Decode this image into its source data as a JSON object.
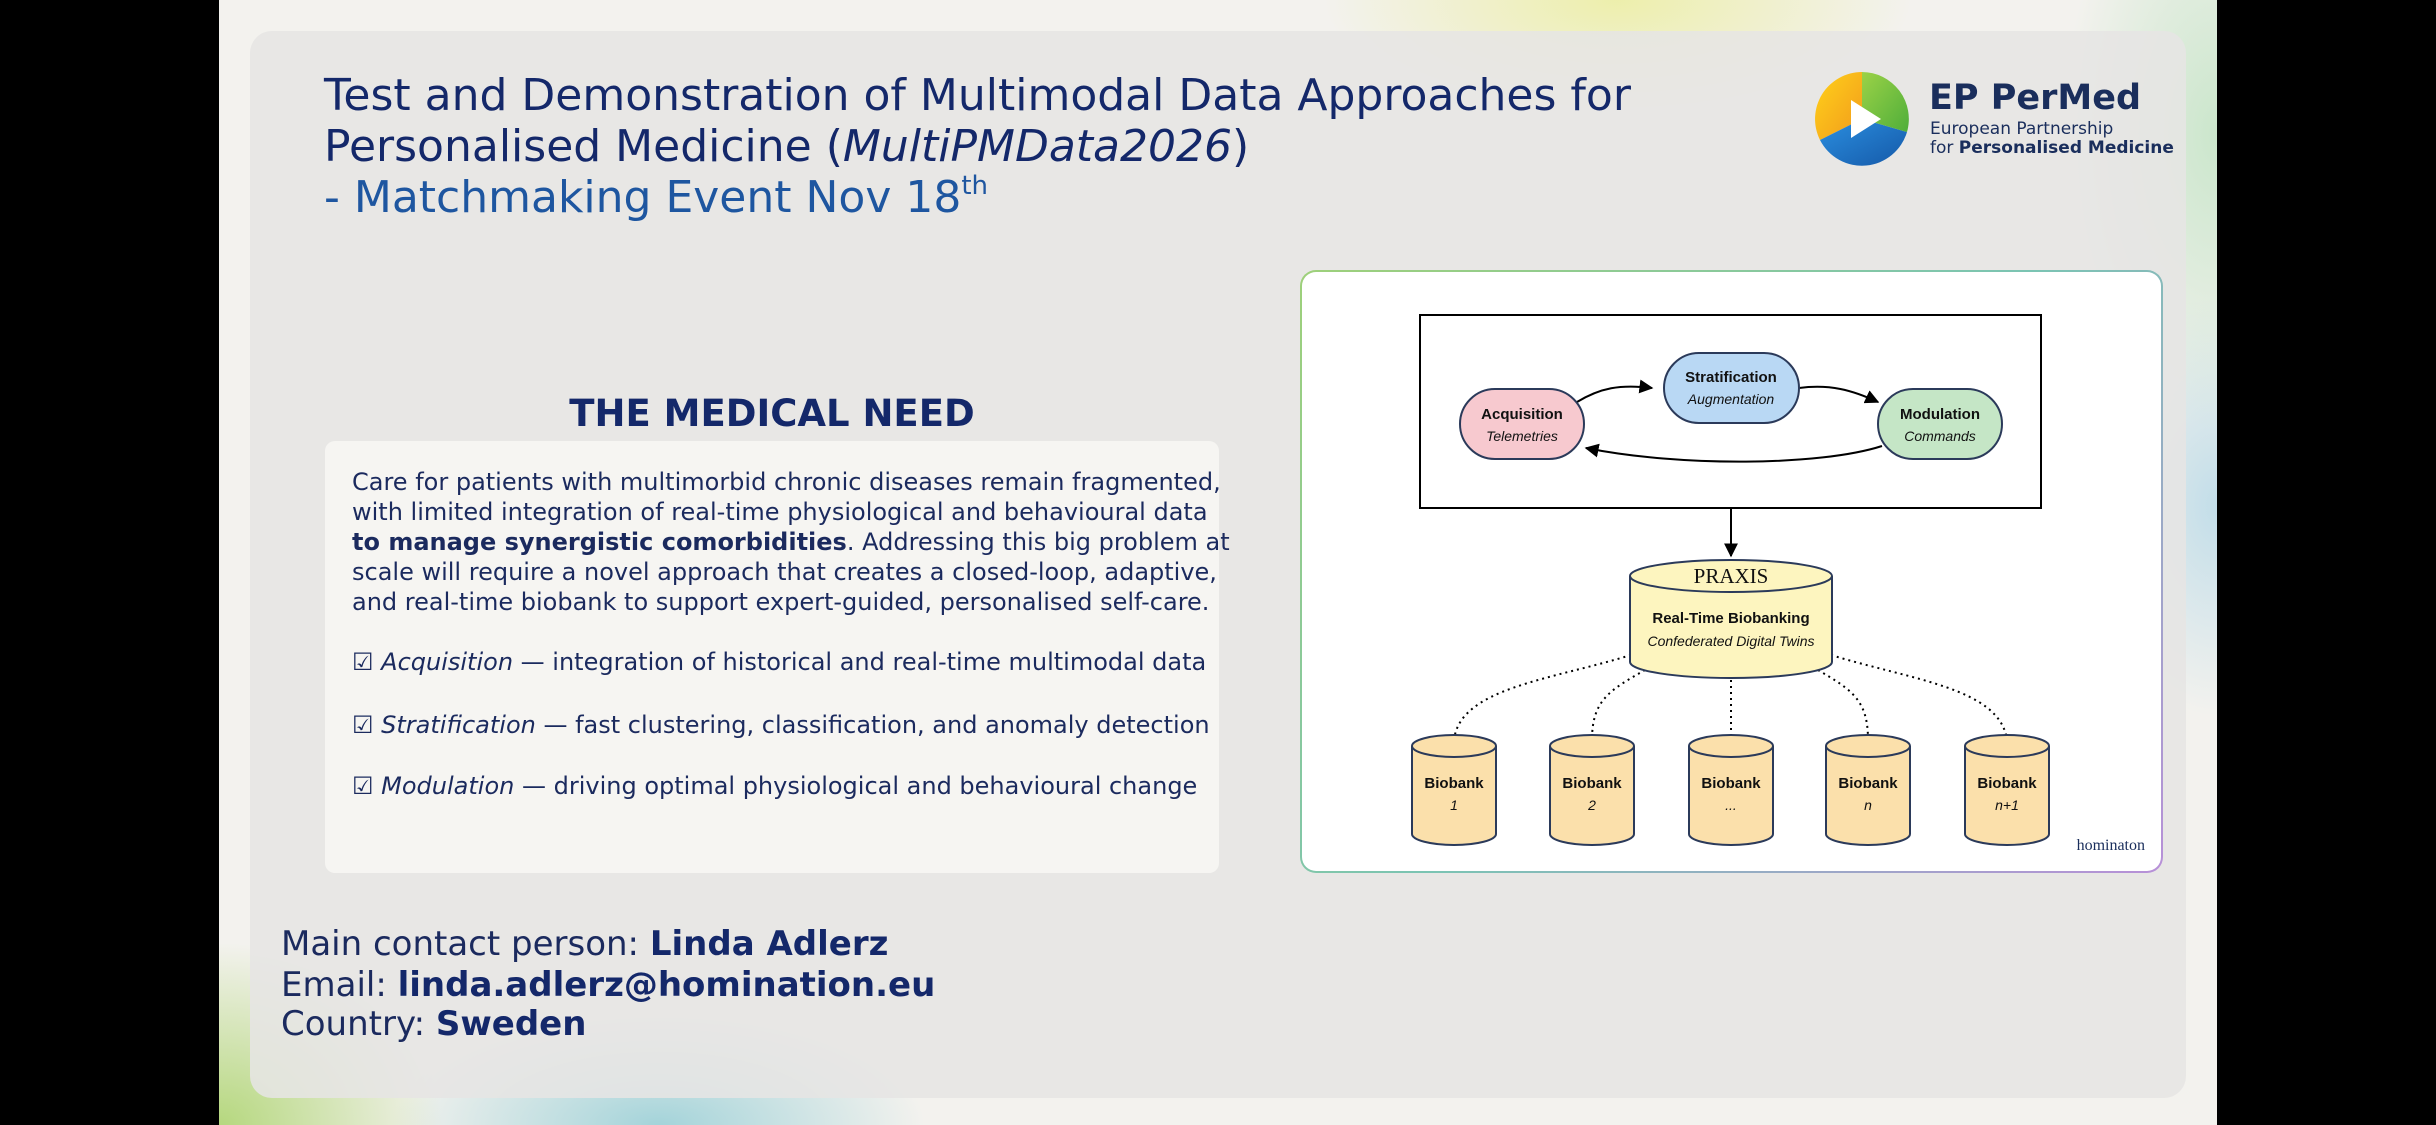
{
  "title": {
    "line1": "Test and Demonstration of Multimodal Data Approaches for",
    "line2_pre": "Personalised Medicine (",
    "line2_italic": "MultiPMData2026",
    "line2_post": ")",
    "line3": "- Matchmaking Event Nov 18",
    "line3_sup": "th"
  },
  "logo": {
    "name": "EP PerMed",
    "sub1": "European Partnership",
    "sub2_pre": "for ",
    "sub2_bold": "Personalised Medicine"
  },
  "need": {
    "heading": "THE MEDICAL NEED",
    "p1_l1": "Care for patients with multimorbid chronic diseases remain fragmented,",
    "p1_l2": "with limited integration of real-time physiological and behavioural data",
    "p1_l3_bold": "to manage synergistic comorbidities",
    "p1_l3_rest": ". Addressing this big problem at",
    "p1_l4": "scale will require a novel approach that creates a closed-loop, adaptive,",
    "p1_l5": "and real-time biobank to support expert-guided, personalised self-care.",
    "items": [
      {
        "mark": "☑",
        "term": "Acquisition",
        "desc": " — integration of historical and real-time multimodal data"
      },
      {
        "mark": "☑",
        "term": "Stratification",
        "desc": " — fast clustering, classification, and anomaly detection"
      },
      {
        "mark": "☑",
        "term": "Modulation",
        "desc": " — driving optimal physiological and behavioural change"
      }
    ]
  },
  "diagram": {
    "acq_title": "Acquisition",
    "acq_sub": "Telemetries",
    "strat_title": "Stratification",
    "strat_sub": "Augmentation",
    "mod_title": "Modulation",
    "mod_sub": "Commands",
    "praxis": "PRAXIS",
    "rt_title": "Real-Time Biobanking",
    "rt_sub": "Confederated Digital Twins",
    "biobank_label": "Biobank",
    "biobanks": [
      "1",
      "2",
      "...",
      "n",
      "n+1"
    ],
    "brand": "hominaton",
    "colors": {
      "acq": "#f7c9cf",
      "strat": "#b9d8f4",
      "mod": "#c5e6c6",
      "bank": "#fbe0ab",
      "rt": "#fdf5bf"
    }
  },
  "contact": {
    "person_label": "Main contact person: ",
    "person": "Linda Adlerz",
    "email_label": "Email: ",
    "email": "linda.adlerz@homination.eu",
    "country_label": "Country: ",
    "country": "Sweden"
  }
}
